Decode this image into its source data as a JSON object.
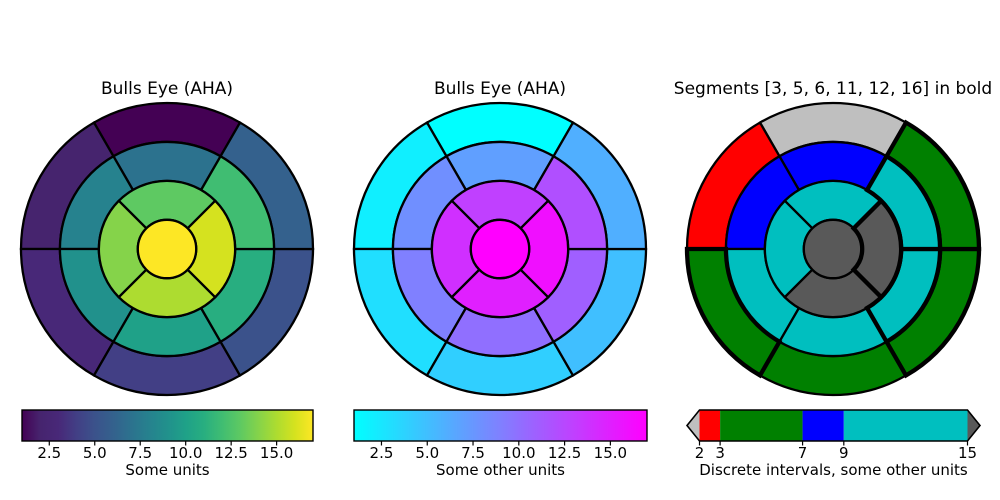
{
  "figure": {
    "background": "#ffffff",
    "text_color": "#000000",
    "line_color": "#000000"
  },
  "chart_data": [
    {
      "type": "heatmap",
      "layout": "AHA 17-segment bullseye (polar)",
      "title": "Bulls Eye (AHA)",
      "cmap": "viridis",
      "value_range": [
        1,
        17
      ],
      "segment_ids": [
        1,
        2,
        3,
        4,
        5,
        6,
        7,
        8,
        9,
        10,
        11,
        12,
        13,
        14,
        15,
        16,
        17
      ],
      "segment_values": [
        1,
        2,
        3,
        4,
        5,
        6,
        7,
        8,
        9,
        10,
        11,
        12,
        13,
        14,
        15,
        16,
        17
      ],
      "rings": {
        "outer": [
          1,
          2,
          3,
          4,
          5,
          6
        ],
        "middle": [
          7,
          8,
          9,
          10,
          11,
          12
        ],
        "inner": [
          13,
          14,
          15,
          16
        ],
        "center": [
          17
        ]
      },
      "segment_colors": [
        "#440154",
        "#46246e",
        "#482878",
        "#423f85",
        "#3b528b",
        "#34618d",
        "#2c728e",
        "#26828e",
        "#21918c",
        "#1fa188",
        "#28ae80",
        "#40bd72",
        "#5ec962",
        "#85d34a",
        "#addc30",
        "#d5e21f",
        "#fde725"
      ],
      "bold_segments": [],
      "colorbar": {
        "kind": "gradient",
        "ticks": [
          2.5,
          5.0,
          7.5,
          10.0,
          12.5,
          15.0
        ],
        "tick_labels": [
          "2.5",
          "5.0",
          "7.5",
          "10.0",
          "12.5",
          "15.0"
        ],
        "label": "Some units"
      }
    },
    {
      "type": "heatmap",
      "layout": "AHA 17-segment bullseye (polar)",
      "title": "Bulls Eye (AHA)",
      "cmap": "cool",
      "value_range": [
        1,
        17
      ],
      "segment_ids": [
        1,
        2,
        3,
        4,
        5,
        6,
        7,
        8,
        9,
        10,
        11,
        12,
        13,
        14,
        15,
        16,
        17
      ],
      "segment_values": [
        1,
        2,
        3,
        4,
        5,
        6,
        7,
        8,
        9,
        10,
        11,
        12,
        13,
        14,
        15,
        16,
        17
      ],
      "rings": {
        "outer": [
          1,
          2,
          3,
          4,
          5,
          6
        ],
        "middle": [
          7,
          8,
          9,
          10,
          11,
          12
        ],
        "inner": [
          13,
          14,
          15,
          16
        ],
        "center": [
          17
        ]
      },
      "segment_colors": [
        "#00ffff",
        "#10efff",
        "#20dfff",
        "#30cfff",
        "#40bfff",
        "#50afff",
        "#609fff",
        "#708fff",
        "#8080ff",
        "#906fff",
        "#a05fff",
        "#b04fff",
        "#c040ff",
        "#d02fff",
        "#e01fff",
        "#f00fff",
        "#ff00ff"
      ],
      "bold_segments": [],
      "colorbar": {
        "kind": "gradient",
        "ticks": [
          2.5,
          5.0,
          7.5,
          10.0,
          12.5,
          15.0
        ],
        "tick_labels": [
          "2.5",
          "5.0",
          "7.5",
          "10.0",
          "12.5",
          "15.0"
        ],
        "label": "Some other units"
      }
    },
    {
      "type": "heatmap",
      "layout": "AHA 17-segment bullseye (polar)",
      "title": "Segments [3, 5, 6, 11, 12, 16] in bold",
      "cmap": "ListedColormap [red, green, blue, cyan] with under/over grays",
      "value_range": [
        2,
        15
      ],
      "bounds": [
        2,
        3,
        7,
        9,
        15
      ],
      "segment_ids": [
        1,
        2,
        3,
        4,
        5,
        6,
        7,
        8,
        9,
        10,
        11,
        12,
        13,
        14,
        15,
        16,
        17
      ],
      "segment_values": [
        1,
        2,
        3,
        4,
        5,
        6,
        7,
        8,
        9,
        10,
        11,
        12,
        13,
        14,
        15,
        16,
        17
      ],
      "rings": {
        "outer": [
          1,
          2,
          3,
          4,
          5,
          6
        ],
        "middle": [
          7,
          8,
          9,
          10,
          11,
          12
        ],
        "inner": [
          13,
          14,
          15,
          16
        ],
        "center": [
          17
        ]
      },
      "segment_colors": [
        "#bfbfbf",
        "#ff0000",
        "#008000",
        "#008000",
        "#008000",
        "#008000",
        "#0000ff",
        "#0000ff",
        "#00bfbf",
        "#00bfbf",
        "#00bfbf",
        "#00bfbf",
        "#00bfbf",
        "#00bfbf",
        "#595959",
        "#595959",
        "#595959"
      ],
      "bold_segments": [
        3,
        5,
        6,
        11,
        12,
        16
      ],
      "colorbar": {
        "kind": "discrete",
        "block_colors": [
          "#ff0000",
          "#008000",
          "#0000ff",
          "#00bfbf"
        ],
        "under_color": "#bfbfbf",
        "over_color": "#595959",
        "ticks": [
          2,
          3,
          7,
          9,
          15
        ],
        "tick_labels": [
          "2",
          "3",
          "7",
          "9",
          "15"
        ],
        "label": "Discrete intervals, some other units"
      }
    }
  ]
}
